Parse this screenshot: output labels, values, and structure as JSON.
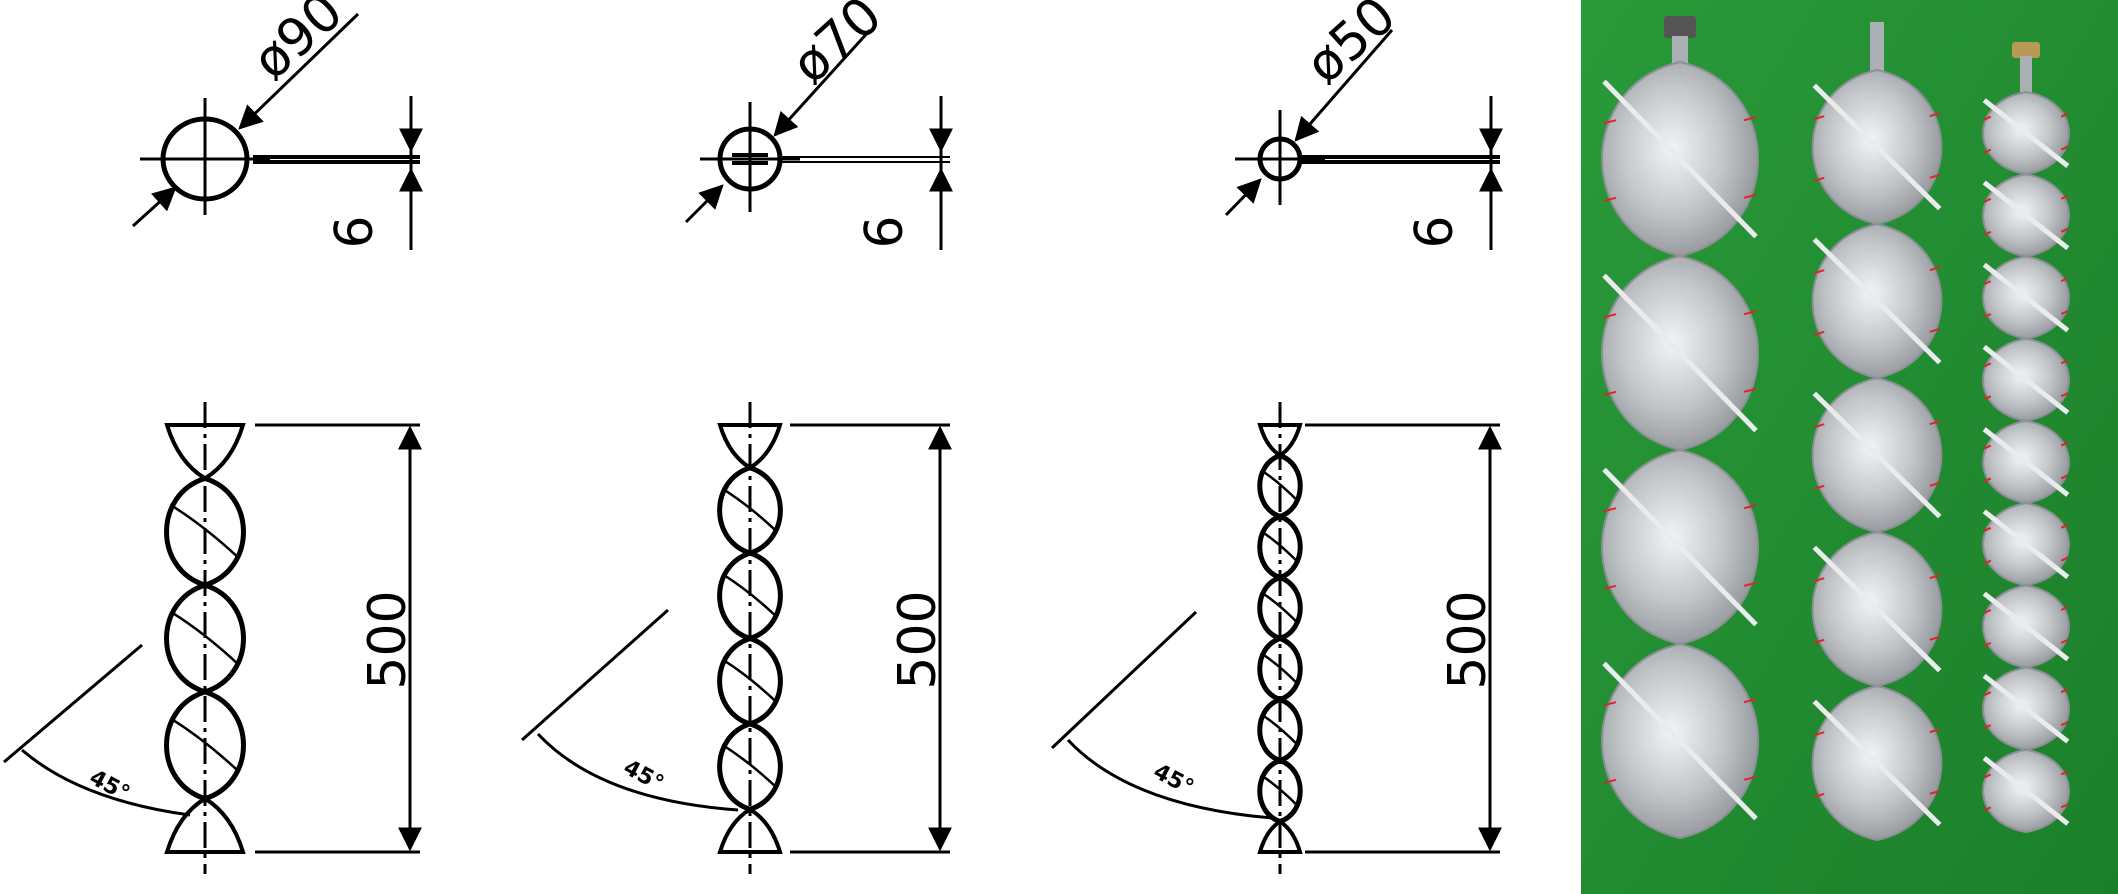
{
  "figure": {
    "panels": [
      {
        "id": "a",
        "diameter_label": "ø90",
        "thickness_label": "6",
        "length_label": "500",
        "angle_label": "45°",
        "diameter_mm": 90,
        "turns": 4
      },
      {
        "id": "b",
        "diameter_label": "ø70",
        "thickness_label": "6",
        "length_label": "500",
        "angle_label": "45°",
        "diameter_mm": 70,
        "turns": 5
      },
      {
        "id": "c",
        "diameter_label": "ø50",
        "thickness_label": "6",
        "length_label": "500",
        "angle_label": "45°",
        "diameter_mm": 50,
        "turns": 7
      }
    ],
    "photo": {
      "background_color": "#1f8a2e",
      "metal_color": "#c6c9cc",
      "mark_color": "#e0242a",
      "specimens": [
        {
          "id": "photo-90",
          "lobes": 4
        },
        {
          "id": "photo-70",
          "lobes": 5
        },
        {
          "id": "photo-50",
          "lobes": 9
        }
      ]
    }
  }
}
